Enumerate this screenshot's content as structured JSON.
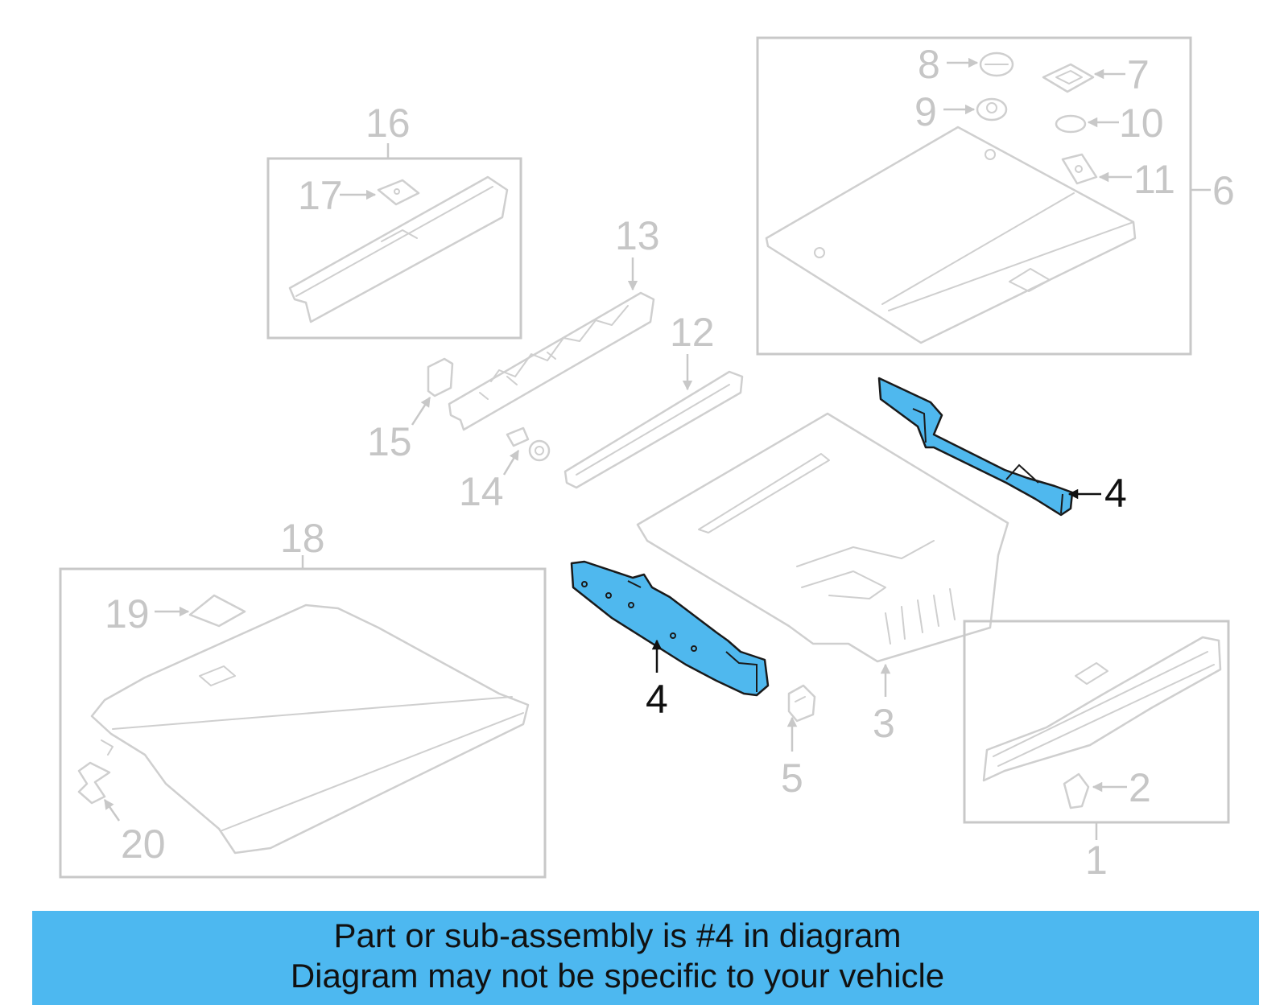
{
  "callouts": {
    "c1": "1",
    "c2": "2",
    "c3": "3",
    "c4a": "4",
    "c4b": "4",
    "c5": "5",
    "c6": "6",
    "c7": "7",
    "c8": "8",
    "c9": "9",
    "c10": "10",
    "c11": "11",
    "c12": "12",
    "c13": "13",
    "c14": "14",
    "c15": "15",
    "c16": "16",
    "c17": "17",
    "c18": "18",
    "c19": "19",
    "c20": "20"
  },
  "highlight_part": "4",
  "colors": {
    "highlight": "#4fb8ee",
    "banner": "#4db8f0",
    "lines": "#c8c8c8"
  },
  "banner": {
    "line1": "Part or sub-assembly is #4 in diagram",
    "line2": "Diagram may not be specific to your vehicle"
  }
}
